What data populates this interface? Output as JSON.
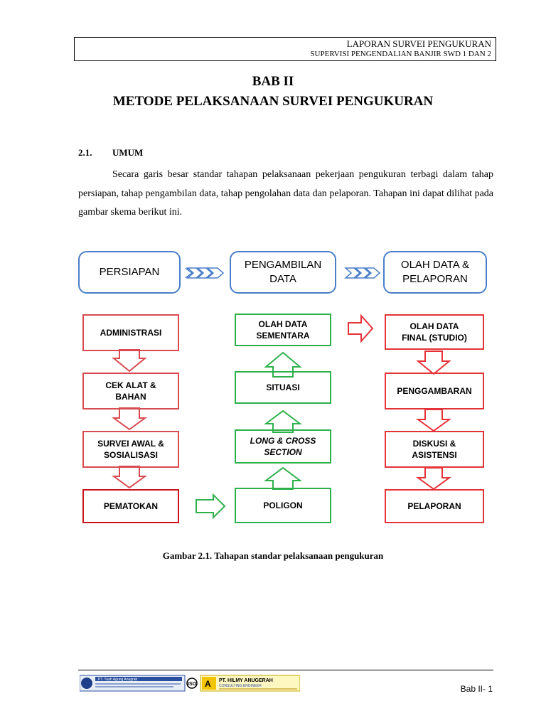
{
  "header": {
    "title": "LAPORAN SURVEI PENGUKURAN",
    "subtitle": "SUPERVISI PENGENDALIAN BANJIR SWD 1 DAN 2"
  },
  "chapter": {
    "number": "BAB II",
    "title": "METODE PELAKSANAAN SURVEI PENGUKURAN"
  },
  "section": {
    "number": "2.1.",
    "title": "UMUM",
    "paragraph": "Secara garis besar standar tahapan pelaksanaan pekerjaan pengukuran terbagi dalam tahap persiapan, tahap pengambilan data, tahap pengolahan data dan pelaporan. Tahapan ini dapat dilihat pada gambar skema berikut ini."
  },
  "diagram": {
    "phases": [
      "PERSIAPAN",
      "PENGAMBILAN DATA",
      "OLAH DATA & PELAPORAN"
    ],
    "col1": [
      "ADMINISTRASI",
      "CEK ALAT & BAHAN",
      "SURVEI AWAL & SOSIALISASI",
      "PEMATOKAN"
    ],
    "col2": [
      "OLAH DATA SEMENTARA",
      "SITUASI",
      "LONG & CROSS SECTION",
      "POLIGON"
    ],
    "col3": [
      "OLAH DATA FINAL (STUDIO)",
      "PENGGAMBARAN",
      "DISKUSI & ASISTENSI",
      "PELAPORAN"
    ],
    "colors": {
      "phase": "#4a7fc8",
      "prep": "#d84a4f",
      "field": "#2eb04b",
      "report": "#e53238"
    }
  },
  "caption": "Gambar 2.1. Tahapan standar pelaksanaan pengukuran",
  "footer": {
    "page": "Bab II- 1",
    "logo1": "PT. Tuah Agung Anugrah",
    "logo2_line1": "PT. HILMY ANUGERAH",
    "logo2_line2": "CONSULTING ENGINEER"
  }
}
